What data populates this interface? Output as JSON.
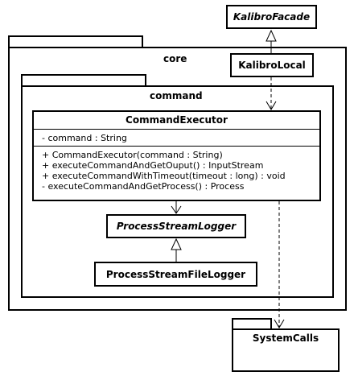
{
  "packages": {
    "core": {
      "name": "core"
    },
    "command": {
      "name": "command"
    },
    "systemcalls": {
      "name": "SystemCalls"
    }
  },
  "classes": {
    "kalibro_facade": {
      "name": "KalibroFacade",
      "abstract": true
    },
    "kalibro_local": {
      "name": "KalibroLocal",
      "abstract": false
    },
    "command_executor": {
      "name": "CommandExecutor",
      "attributes": [
        "- command : String"
      ],
      "operations": [
        "+ CommandExecutor(command : String)",
        "+ executeCommandAndGetOuput() : InputStream",
        "+ executeCommandWithTimeout(timeout : long) : void",
        "- executeCommandAndGetProcess() : Process"
      ]
    },
    "process_stream_logger": {
      "name": "ProcessStreamLogger",
      "abstract": true
    },
    "process_stream_file_logger": {
      "name": "ProcessStreamFileLogger",
      "abstract": false
    }
  },
  "relations": [
    {
      "type": "generalization",
      "from": "KalibroLocal",
      "to": "KalibroFacade"
    },
    {
      "type": "dependency",
      "from": "KalibroLocal",
      "to": "CommandExecutor"
    },
    {
      "type": "association",
      "from": "CommandExecutor",
      "to": "ProcessStreamLogger"
    },
    {
      "type": "generalization",
      "from": "ProcessStreamFileLogger",
      "to": "ProcessStreamLogger"
    },
    {
      "type": "dependency",
      "from": "CommandExecutor",
      "to": "SystemCalls"
    }
  ]
}
